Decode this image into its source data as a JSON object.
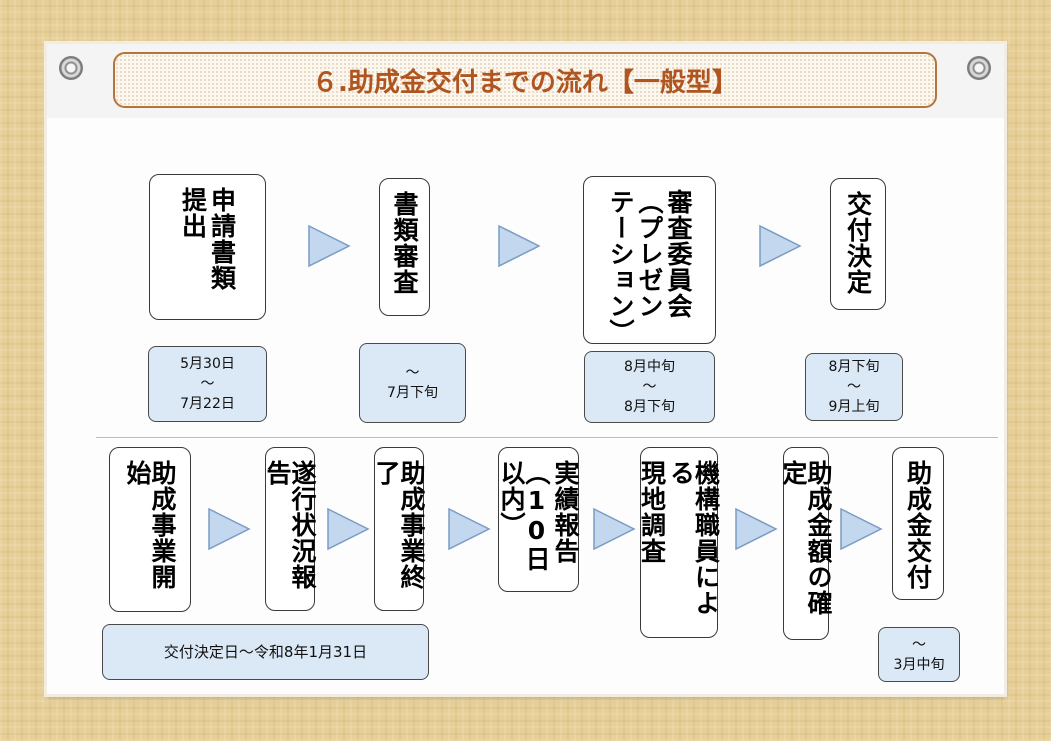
{
  "title": "６.助成金交付までの流れ【一般型】",
  "colors": {
    "title_text": "#b05520",
    "title_border": "#b5753a",
    "arrow_fill": "#c3d7ee",
    "arrow_stroke": "#7a9cc4",
    "date_box": "#dbe8f5"
  },
  "top_row": [
    {
      "lines": [
        "申請書類",
        "提出"
      ],
      "dates": [
        "5月30日",
        "～",
        "7月22日"
      ]
    },
    {
      "lines": [
        "書類審査"
      ],
      "dates": [
        "～",
        "7月下旬"
      ]
    },
    {
      "lines": [
        "審査委員会",
        "（プレゼン",
        "テーション）"
      ],
      "dates": [
        "8月中旬",
        "～",
        "8月下旬"
      ]
    },
    {
      "lines": [
        "交付決定"
      ],
      "dates": [
        "8月下旬",
        "～",
        "9月上旬"
      ]
    }
  ],
  "bottom_row": [
    {
      "lines": [
        "助成事業開始"
      ]
    },
    {
      "lines": [
        "遂行状況報告"
      ]
    },
    {
      "lines": [
        "助成事業終了"
      ]
    },
    {
      "lines": [
        "実績報告",
        "（10日以内）"
      ]
    },
    {
      "lines": [
        "機構職員による",
        "現地調査"
      ]
    },
    {
      "lines": [
        "助成金額の確定"
      ]
    },
    {
      "lines": [
        "助成金交付"
      ]
    }
  ],
  "period_note": "交付決定日～令和8年1月31日",
  "final_dates": [
    "～",
    "3月中旬"
  ]
}
